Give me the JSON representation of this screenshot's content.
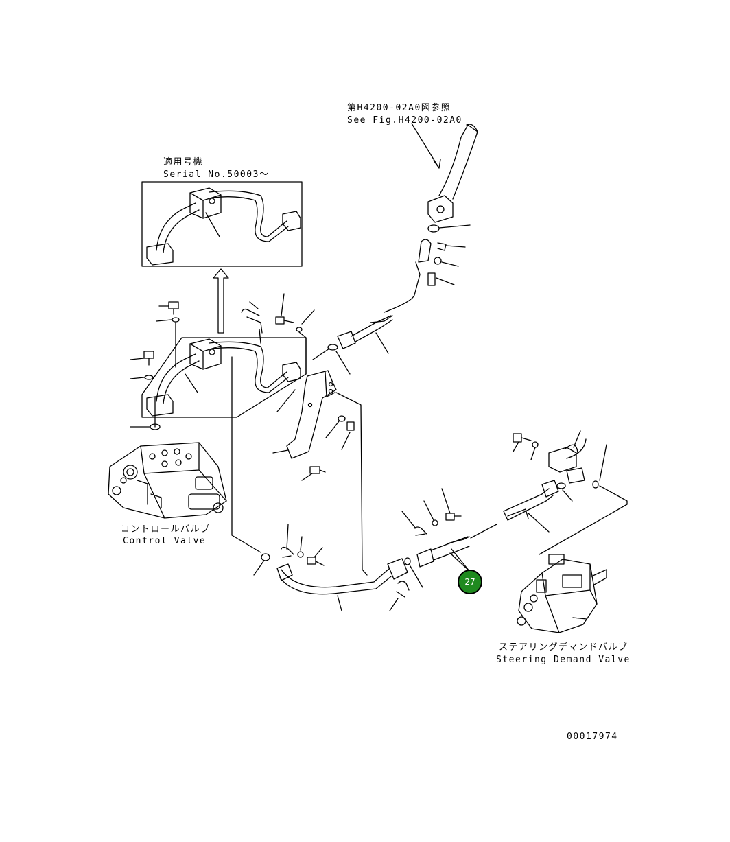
{
  "labels": {
    "ref_jp": "第H4200-02A0図参照",
    "ref_en": "See Fig.H4200-02A0",
    "serial_jp": "適用号機",
    "serial_en": "Serial No.50003～",
    "control_valve_jp": "コントロールバルブ",
    "control_valve_en": "Control Valve",
    "steering_valve_jp": "ステアリングデマンドバルブ",
    "steering_valve_en": "Steering Demand Valve",
    "drawing_number": "00017974"
  },
  "callout": {
    "number": "27",
    "color": "#1f8a1f"
  },
  "colors": {
    "line": "#000000",
    "background": "#ffffff"
  }
}
